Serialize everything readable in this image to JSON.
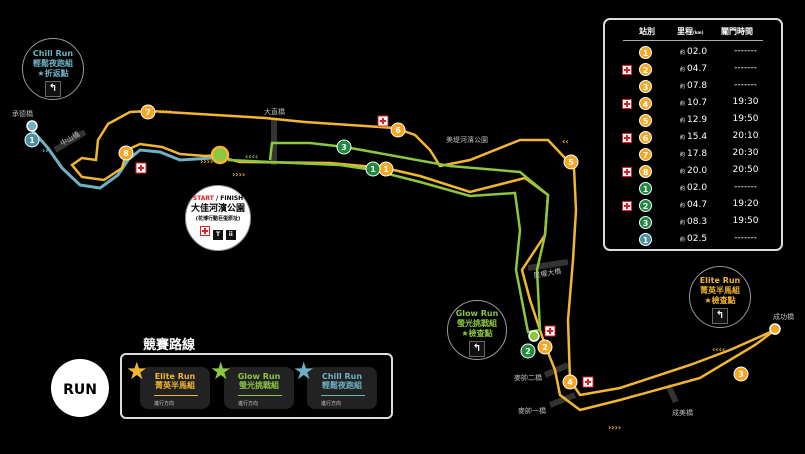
{
  "colors": {
    "elite": "#f5a623",
    "elite_line": "#f2b630",
    "glow": "#8dc63f",
    "glow_station": "#1e8a3e",
    "chill": "#6fb1c2",
    "chill_station": "#4a8ea0",
    "firstaid": "#e01f26"
  },
  "landmarks": [
    "承德橋",
    "中山橋",
    "大直橋",
    "美堤河濱公園",
    "民權大橋",
    "麥帥二橋",
    "麥帥一橋",
    "成美橋",
    "成功橋"
  ],
  "start": {
    "label_start": "START",
    "label_sep": " / ",
    "label_finish": "FINISH",
    "name": "大佳河濱公園",
    "sub": "(花博行動巨蛋原址)",
    "icons": [
      "first-aid-icon",
      "shirt-icon",
      "restroom-icon"
    ]
  },
  "callouts": {
    "chill": {
      "en": "Chill Run",
      "zh": "輕鬆夜跑組",
      "note": "★折返點"
    },
    "glow": {
      "en": "Glow Run",
      "zh": "螢光挑戰組",
      "note": "★檢查點"
    },
    "elite": {
      "en": "Elite Run",
      "zh": "菁英半馬組",
      "note": "★檢查點"
    }
  },
  "legend": {
    "title": "競賽路線",
    "direction": "進行方向",
    "items": [
      {
        "en": "Elite Run",
        "zh": "菁英半馬組"
      },
      {
        "en": "Glow Run",
        "zh": "螢光挑戰組"
      },
      {
        "en": "Chill Run",
        "zh": "輕鬆夜跑組"
      }
    ]
  },
  "logo": "RUN",
  "table": {
    "headers": {
      "station": "站別",
      "distance": "里程",
      "distance_unit": "(km)",
      "cutoff": "關門時間"
    },
    "approx": "約",
    "rows": [
      {
        "route": "elite",
        "station": "1",
        "firstaid": false,
        "km": "02.0",
        "cutoff": "-------"
      },
      {
        "route": "elite",
        "station": "2",
        "firstaid": true,
        "km": "04.7",
        "cutoff": "-------"
      },
      {
        "route": "elite",
        "station": "3",
        "firstaid": false,
        "km": "07.8",
        "cutoff": "-------"
      },
      {
        "route": "elite",
        "station": "4",
        "firstaid": true,
        "km": "10.7",
        "cutoff": "19:30"
      },
      {
        "route": "elite",
        "station": "5",
        "firstaid": false,
        "km": "12.9",
        "cutoff": "19:50"
      },
      {
        "route": "elite",
        "station": "6",
        "firstaid": true,
        "km": "15.4",
        "cutoff": "20:10"
      },
      {
        "route": "elite",
        "station": "7",
        "firstaid": false,
        "km": "17.8",
        "cutoff": "20:30"
      },
      {
        "route": "elite",
        "station": "8",
        "firstaid": true,
        "km": "20.0",
        "cutoff": "20:50"
      },
      {
        "route": "glow",
        "station": "1",
        "firstaid": false,
        "km": "02.0",
        "cutoff": "-------"
      },
      {
        "route": "glow",
        "station": "2",
        "firstaid": true,
        "km": "04.7",
        "cutoff": "19:20"
      },
      {
        "route": "glow",
        "station": "3",
        "firstaid": false,
        "km": "08.3",
        "cutoff": "19:50"
      },
      {
        "route": "chill",
        "station": "1",
        "firstaid": false,
        "km": "02.5",
        "cutoff": "-------"
      }
    ]
  },
  "map_stations": [
    {
      "route": "elite",
      "n": "1"
    },
    {
      "route": "elite",
      "n": "2"
    },
    {
      "route": "elite",
      "n": "3"
    },
    {
      "route": "elite",
      "n": "4"
    },
    {
      "route": "elite",
      "n": "5"
    },
    {
      "route": "elite",
      "n": "6"
    },
    {
      "route": "elite",
      "n": "7"
    },
    {
      "route": "elite",
      "n": "8"
    },
    {
      "route": "glow",
      "n": "1"
    },
    {
      "route": "glow",
      "n": "2"
    },
    {
      "route": "glow",
      "n": "3"
    },
    {
      "route": "chill",
      "n": "1"
    }
  ]
}
